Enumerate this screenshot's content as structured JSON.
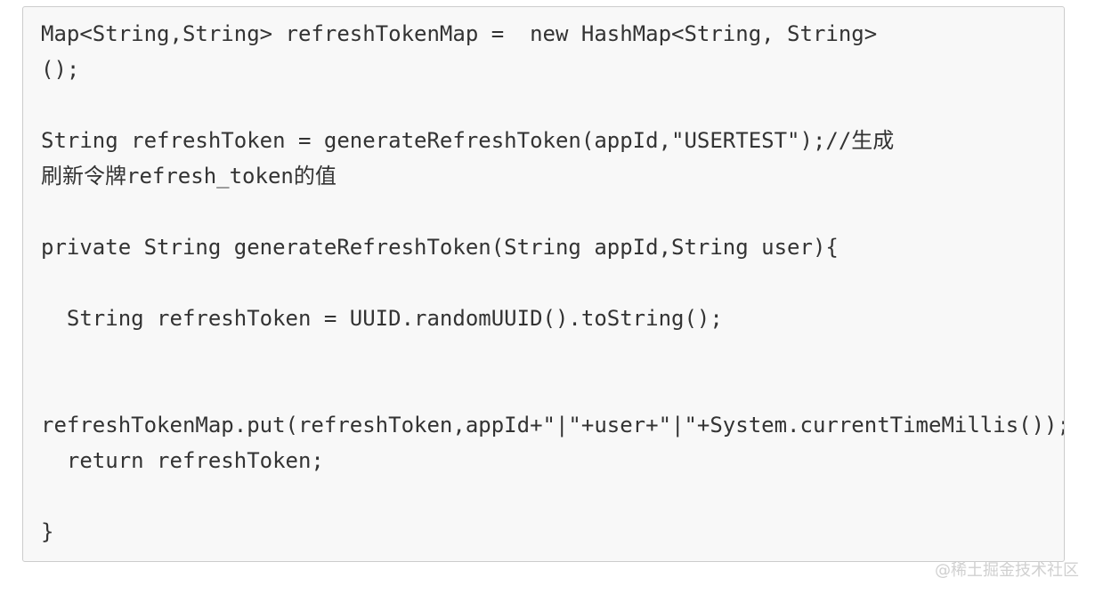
{
  "code_block": {
    "lines": [
      "Map<String,String> refreshTokenMap =  new HashMap<String, String>",
      "();",
      "",
      "String refreshToken = generateRefreshToken(appId,\"USERTEST\");//生成",
      "刷新令牌refresh_token的值",
      "",
      "private String generateRefreshToken(String appId,String user){",
      "",
      "  String refreshToken = UUID.randomUUID().toString();",
      "",
      "",
      "refreshTokenMap.put(refreshToken,appId+\"|\"+user+\"|\"+System.currentTimeMillis());",
      "  return refreshToken;",
      "",
      "}"
    ]
  },
  "watermark": {
    "text": "@稀土掘金技术社区"
  }
}
